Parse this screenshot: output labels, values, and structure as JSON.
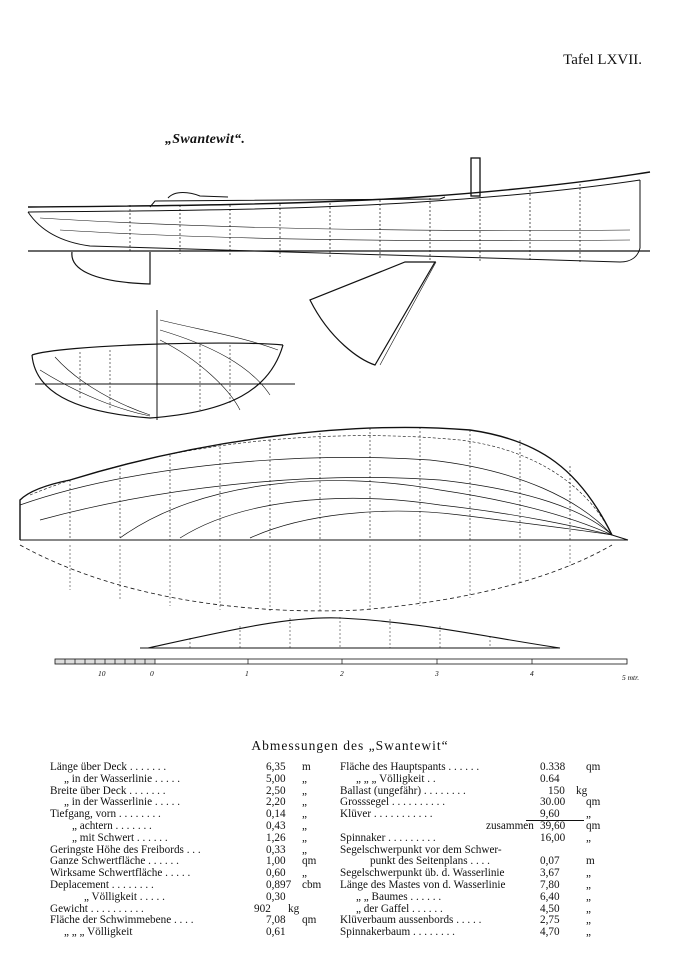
{
  "plate_label": "Tafel LXVII.",
  "ship_title": "„Swantewit“.",
  "scale_labels": [
    "10",
    "0",
    "1",
    "2",
    "3",
    "4",
    "5 mtr."
  ],
  "heading": "Abmessungen des „Swantewit“",
  "left_rows": [
    {
      "label": "Länge über Deck . . . . . . .",
      "value": "6,35",
      "unit": "m"
    },
    {
      "label": "„   in der Wasserlinie . . . . .",
      "value": "5,00",
      "unit": "„"
    },
    {
      "label": "Breite über Deck . . . . . . .",
      "value": "2,50",
      "unit": "„"
    },
    {
      "label": "„   in der Wasserlinie . . . . .",
      "value": "2,20",
      "unit": "„"
    },
    {
      "label": "Tiefgang, vorn . . . . . . . .",
      "value": "0,14",
      "unit": "„"
    },
    {
      "label": "„     achtern . . . . . . .",
      "value": "0,43",
      "unit": "„"
    },
    {
      "label": "„     mit Schwert . . . . . .",
      "value": "1,26",
      "unit": "„"
    },
    {
      "label": "Geringste Höhe des Freibords . . .",
      "value": "0,33",
      "unit": "„"
    },
    {
      "label": "Ganze Schwertfläche . . . . . .",
      "value": "1,00",
      "unit": "qm"
    },
    {
      "label": "Wirksame Schwertfläche . . . . .",
      "value": "0,60",
      "unit": "„"
    },
    {
      "label": "Deplacement . . . . . . . .",
      "value": "0,897",
      "unit": "cbm"
    },
    {
      "label": "„   Völligkeit . . . . .",
      "value": "0,30",
      "unit": ""
    },
    {
      "label": "Gewicht . . . . . . . . . .",
      "value": "902",
      "unit": "kg"
    },
    {
      "label": "Fläche der Schwimmebene . . . .",
      "value": "7,08",
      "unit": "qm"
    },
    {
      "label": "„   „   „   Völligkeit",
      "value": "0,61",
      "unit": ""
    }
  ],
  "right_rows": [
    {
      "label": "Fläche des Hauptspants . . . . . .",
      "value": "0.338",
      "unit": "qm"
    },
    {
      "label": "„   „   „   Völligkeit . .",
      "value": "0.64",
      "unit": ""
    },
    {
      "label": "Ballast (ungefähr) . . . . . . . .",
      "value": "150",
      "unit": "kg"
    },
    {
      "label": "Grosssegel . . . . . . . . . .",
      "value": "30.00",
      "unit": "qm"
    },
    {
      "label": "Klüver . . . . . . . . . . .",
      "value": "9,60",
      "unit": "„"
    },
    {
      "label": "zusammen",
      "value": "39,60",
      "unit": "qm"
    },
    {
      "label": "Spinnaker . . . . . . . . .",
      "value": "16,00",
      "unit": "„"
    },
    {
      "label": "Segelschwerpunkt vor dem Schwer-",
      "value": "",
      "unit": ""
    },
    {
      "label": "punkt des Seitenplans . . . .",
      "value": "0,07",
      "unit": "m"
    },
    {
      "label": "Segelschwerpunkt üb. d. Wasserlinie",
      "value": "3,67",
      "unit": "„"
    },
    {
      "label": "Länge des Mastes von d. Wasserlinie",
      "value": "7,80",
      "unit": "„"
    },
    {
      "label": "„   „   Baumes . . . . . .",
      "value": "6,40",
      "unit": "„"
    },
    {
      "label": "„   der Gaffel . . . . . .",
      "value": "4,50",
      "unit": "„"
    },
    {
      "label": "Klüverbaum aussenbords . . . . .",
      "value": "2,75",
      "unit": "„"
    },
    {
      "label": "Spinnakerbaum . . . . . . . .",
      "value": "4,70",
      "unit": "„"
    }
  ]
}
